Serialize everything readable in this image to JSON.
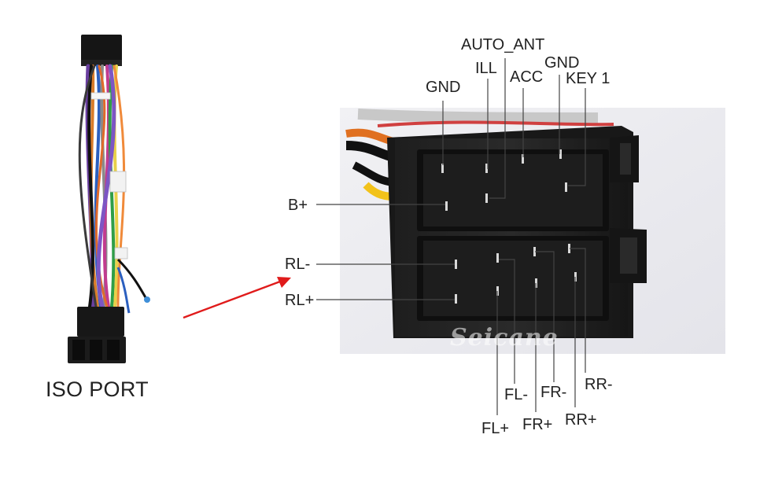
{
  "product": {
    "caption": "ISO PORT",
    "watermark": "Seicane"
  },
  "pin_labels": {
    "auto_ant": "AUTO_ANT",
    "ill": "ILL",
    "gnd_top": "GND",
    "acc": "ACC",
    "gnd_right": "GND",
    "key1": "KEY 1",
    "b_plus": "B+",
    "rl_minus": "RL-",
    "rl_plus": "RL+",
    "fl_minus": "FL-",
    "fl_plus": "FL+",
    "fr_minus": "FR-",
    "fr_plus": "FR+",
    "rr_minus": "RR-",
    "rr_plus": "RR+"
  },
  "colors": {
    "arrow": "#e01b1b",
    "connector": "#141414",
    "leader": "#444444",
    "photo_bg": "#ececf0"
  }
}
